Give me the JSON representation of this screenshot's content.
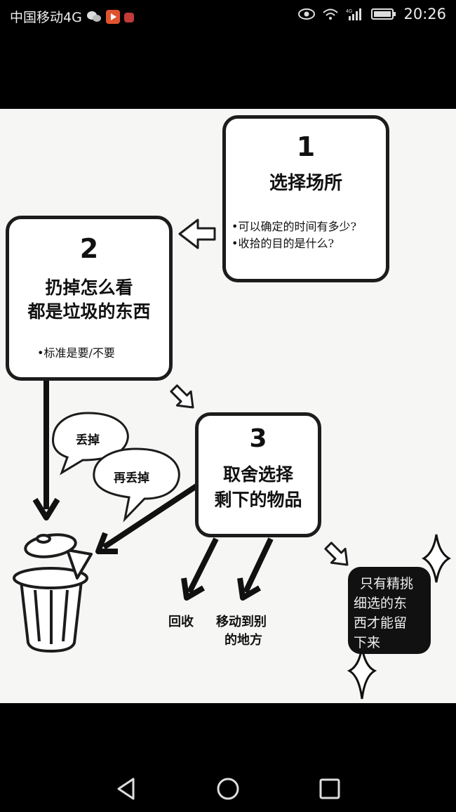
{
  "status_bar": {
    "carrier": "中国移动4G",
    "time": "20:26",
    "network": "4G"
  },
  "diagram": {
    "step1": {
      "number": "1",
      "title": "选择场所",
      "bullets": [
        "•可以确定的时间有多少?",
        "•收拾的目的是什么?"
      ]
    },
    "step2": {
      "number": "2",
      "title_lines": [
        "扔掉怎么看",
        "都是垃圾的东西"
      ],
      "bullet": "•标准是要/不要"
    },
    "step3": {
      "number": "3",
      "title_lines": [
        "取舍选择",
        "剩下的物品"
      ]
    },
    "bubble1": "丢掉",
    "bubble2": "再丢掉",
    "label_recycle": "回收",
    "label_move": [
      "移动到别",
      "的地方"
    ],
    "highlight_lines": [
      "只有精挑",
      "细选的东",
      "西才能留",
      "下来"
    ]
  },
  "nav_bar": {
    "back": "back-icon",
    "home": "home-icon",
    "recents": "recents-icon"
  }
}
